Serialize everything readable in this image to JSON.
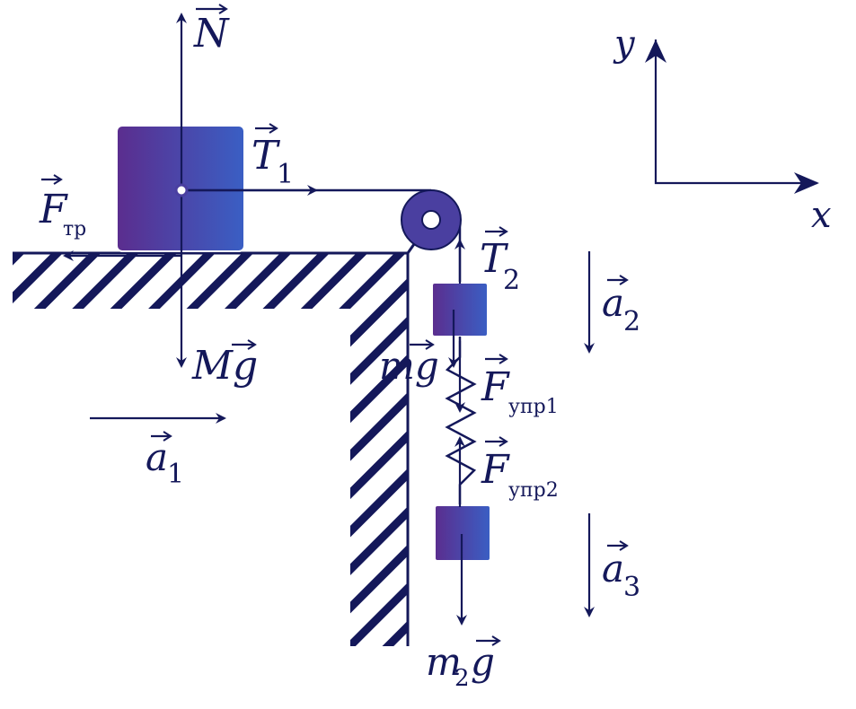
{
  "colors": {
    "ink": "#14185a",
    "block_gradient_start": "#5b2d8e",
    "block_gradient_end": "#3a5fc4",
    "pulley": "#4a3fa0",
    "hatch": "#14185a",
    "background": "#ffffff"
  },
  "axes": {
    "y_label": "y",
    "x_label": "x"
  },
  "forces": {
    "normal": {
      "symbol": "N"
    },
    "tension1": {
      "symbol": "T",
      "sub": "1"
    },
    "friction": {
      "symbol": "F",
      "sub": "тр"
    },
    "weight_big": {
      "symbol": "Mg"
    },
    "tension2": {
      "symbol": "T",
      "sub": "2"
    },
    "weight_small": {
      "symbol": "mg"
    },
    "spring1": {
      "symbol": "F",
      "sub": "упр1"
    },
    "spring2": {
      "symbol": "F",
      "sub": "упр2"
    },
    "weight_bottom": {
      "symbol": "m",
      "sub": "2",
      "tail": "g"
    }
  },
  "accelerations": {
    "a1": {
      "symbol": "a",
      "sub": "1"
    },
    "a2": {
      "symbol": "a",
      "sub": "2"
    },
    "a3": {
      "symbol": "a",
      "sub": "3"
    }
  },
  "icons": [
    "pulley-icon",
    "spring-icon",
    "hatch-pattern"
  ]
}
